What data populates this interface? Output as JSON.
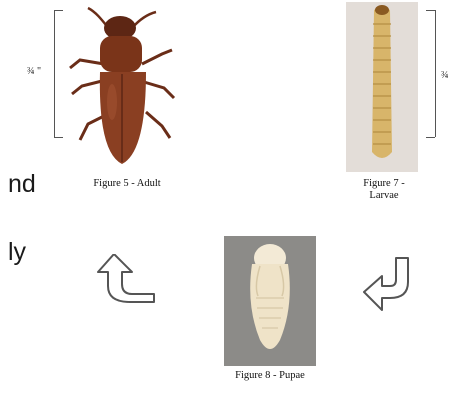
{
  "text_fragments": [
    "nd",
    "ly"
  ],
  "adult": {
    "caption": "Figure 5 - Adult",
    "measure": "¾ \""
  },
  "larvae": {
    "caption_line1": "Figure 7 -",
    "caption_line2": "Larvae",
    "measure": "¾"
  },
  "pupae": {
    "caption": "Figure 8 - Pupae"
  },
  "colors": {
    "adult_body": "#8a3f22",
    "adult_dark": "#5d2614",
    "larva_body": "#d9b86e",
    "pupa_body": "#f0e6d1",
    "arrow_stroke": "#555555"
  },
  "icons": [
    "curved-arrow-left-icon",
    "curved-arrow-down-left-icon"
  ]
}
